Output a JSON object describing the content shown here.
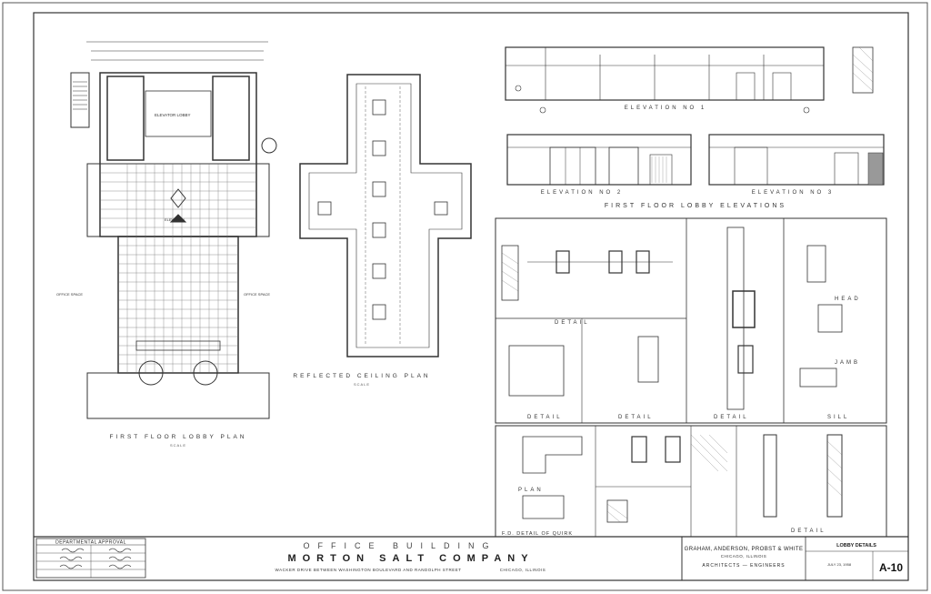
{
  "sheet": {
    "project_line": "OFFICE BUILDING",
    "owner": "MORTON SALT COMPANY",
    "location": "WACKER DRIVE BETWEEN WASHINGTON BOULEVARD AND RANDOLPH STREET",
    "city": "CHICAGO, ILLINOIS",
    "departmental_approval": "DEPARTMENTAL APPROVAL",
    "architect": "GRAHAM, ANDERSON, PROBST & WHITE",
    "architect_city": "CHICAGO, ILLINOIS",
    "architect_role": "ARCHITECTS — ENGINEERS",
    "sheet_title": "LOBBY DETAILS",
    "date": "JULY 23, 1958",
    "sheet_number": "A-10"
  },
  "drawings": {
    "first_floor_lobby_plan": "FIRST FLOOR LOBBY PLAN",
    "reflected_ceiling_plan": "REFLECTED CEILING PLAN",
    "elevation_no_1": "ELEVATION NO 1",
    "elevation_no_2": "ELEVATION NO 2",
    "elevation_no_3": "ELEVATION NO 3",
    "first_floor_lobby_elevations": "FIRST FLOOR LOBBY ELEVATIONS",
    "detail": "DETAIL",
    "head": "HEAD",
    "jamb": "JAMB",
    "sill": "SILL",
    "plan": "PLAN",
    "detail_at_quirk": "F.D. DETAIL OF QUIRK",
    "elevator_lobby": "ELEVATOR LOBBY",
    "office_space": "OFFICE SPACE",
    "elevation": "ELEVATION",
    "scale": "SCALE"
  }
}
